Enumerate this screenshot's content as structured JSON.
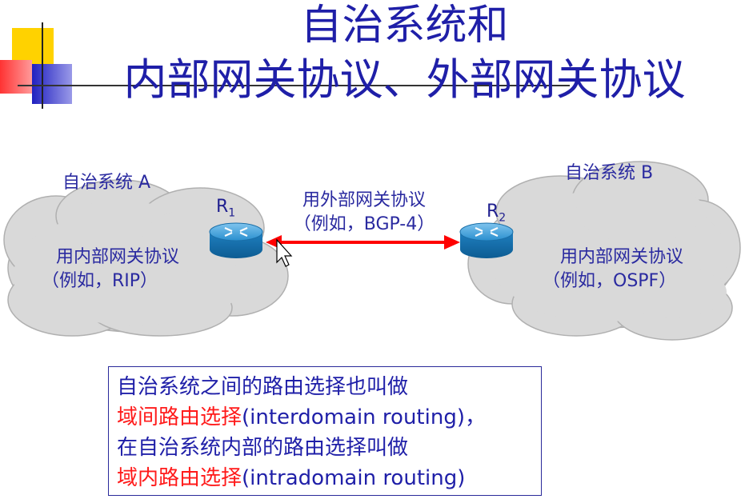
{
  "title": {
    "line1": "自治系统和",
    "line2": "内部网关协议、外部网关协议"
  },
  "as_a": {
    "name": "自治系统 A",
    "protocol_line1": "用内部网关协议",
    "protocol_line2": "（例如，RIP）"
  },
  "as_b": {
    "name": "自治系统 B",
    "protocol_line1": "用内部网关协议",
    "protocol_line2": "（例如，OSPF）"
  },
  "routers": {
    "r1": {
      "label": "R",
      "sub": "1"
    },
    "r2": {
      "label": "R",
      "sub": "2"
    }
  },
  "link": {
    "line1": "用外部网关协议",
    "line2": "（例如，BGP-4）",
    "color": "#ff0000"
  },
  "note": {
    "line1": "自治系统之间的路由选择也叫做",
    "line2_red": "域间路由选择",
    "line2_rest": "(interdomain routing)，",
    "line3": "在自治系统内部的路由选择叫做",
    "line4_red": "域内路由选择",
    "line4_rest": "(intradomain routing)"
  },
  "colors": {
    "title": "#1f1fa8",
    "text": "#2a2aa0",
    "highlight": "#ff1a1a",
    "cloud": "#d9d9d9",
    "router": "#1e86c8"
  }
}
